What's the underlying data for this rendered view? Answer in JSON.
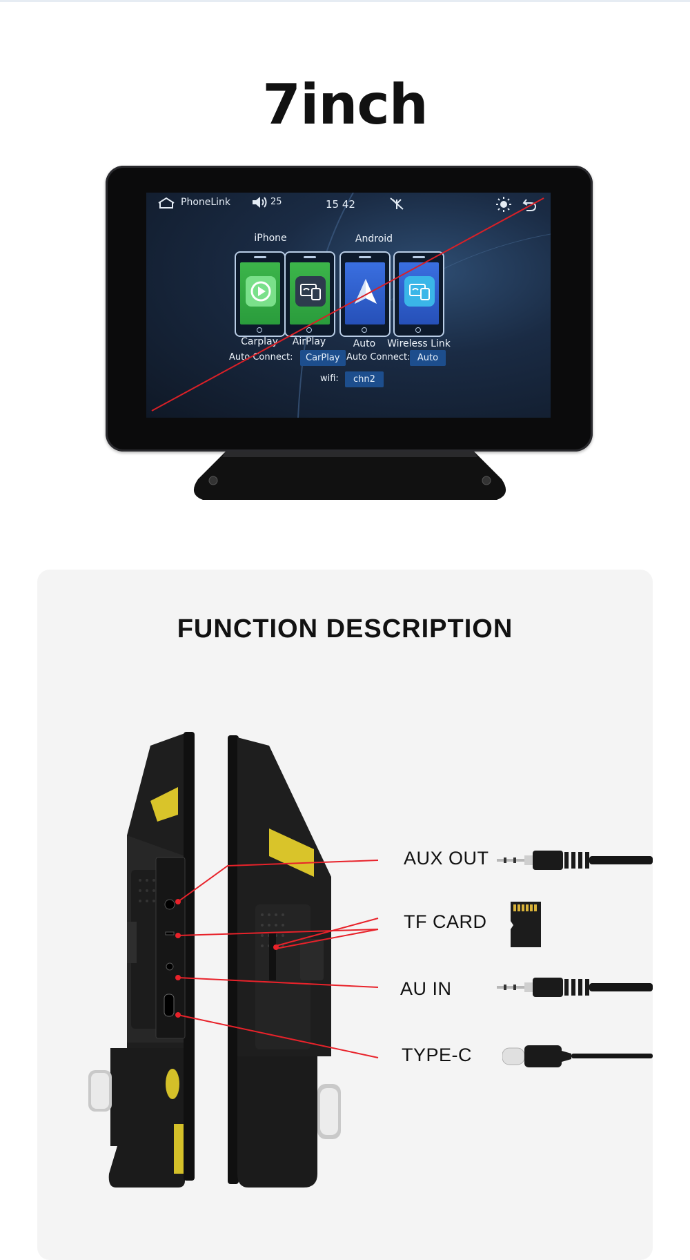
{
  "headline": "7inch",
  "screen": {
    "app_name": "PhoneLink",
    "volume": "25",
    "time": "15 42",
    "iphone_header": "iPhone",
    "android_header": "Android",
    "apps": [
      {
        "label": "Carplay",
        "icon": "carplay-play-icon"
      },
      {
        "label": "AirPlay",
        "icon": "airplay-screen-icon"
      },
      {
        "label": "Auto",
        "icon": "android-auto-arrow-icon"
      },
      {
        "label": "Wireless Link",
        "icon": "wireless-link-icon"
      }
    ],
    "auto_connect_label": "Auto Connect:",
    "iphone_auto_connect_value": "CarPlay",
    "android_auto_connect_label": "Auto Connect:",
    "android_auto_connect_value": "Auto",
    "wifi_label": "wifi:",
    "wifi_value": "chn2"
  },
  "function_section": {
    "title": "FUNCTION DESCRIPTION",
    "ports": [
      {
        "label": "AUX OUT",
        "accessory": "audio-jack-cable-icon"
      },
      {
        "label": "TF CARD",
        "accessory": "microsd-card-icon"
      },
      {
        "label": "AU IN",
        "accessory": "audio-jack-cable-icon"
      },
      {
        "label": "TYPE-C",
        "accessory": "usb-c-cable-icon"
      }
    ]
  },
  "colors": {
    "callout_line": "#e8222a",
    "chip_blue": "#1d4e8d",
    "panel_bg": "#f4f4f4"
  }
}
